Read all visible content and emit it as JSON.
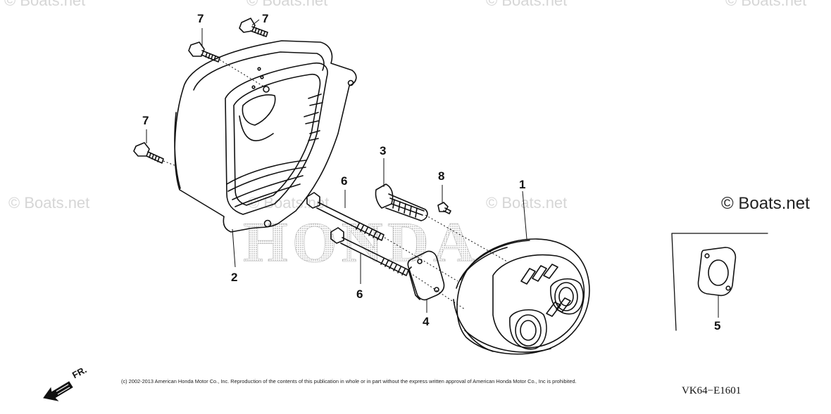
{
  "watermarks": {
    "text": "© Boats.net",
    "main": "© Boats.net",
    "brand_stamp": "HONDA"
  },
  "callouts": {
    "c1": "1",
    "c2": "2",
    "c3": "3",
    "c4": "4",
    "c5": "5",
    "c6a": "6",
    "c6b": "6",
    "c7a": "7",
    "c7b": "7",
    "c7c": "7",
    "c8": "8"
  },
  "direction_indicator": {
    "label": "FR.",
    "icon": "front-direction-arrow-icon"
  },
  "copyright": "(c) 2002-2013 American Honda Motor Co., Inc. Reproduction of the contents of this publication in whole or in part without the express written approval of American Honda Motor Co., Inc is prohibited.",
  "diagram_code": "VK64−E1601",
  "colors": {
    "ink": "#111111",
    "watermark": "#d6d6d6",
    "halftone": "#9a9a9a"
  }
}
